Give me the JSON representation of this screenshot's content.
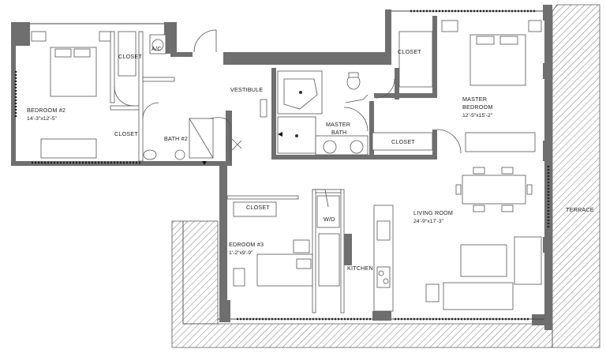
{
  "rooms": {
    "bedroom2": {
      "name": "BEDROOM #2",
      "dims": "14'-3\"x12'-5\""
    },
    "bedroom3": {
      "name": "EDROOM #3",
      "dims": "1'-2\"x9'-9\""
    },
    "master_bedroom": {
      "name_line1": "MASTER",
      "name_line2": "BEDROOM",
      "dims": "12'-5\"x15'-2\""
    },
    "living_room": {
      "name": "LIVING ROOM",
      "dims": "24'-9\"x17'-3\""
    },
    "master_bath": {
      "line1": "MASTER",
      "line2": "BATH"
    },
    "bath2": "BATH #2",
    "vestibule": "VESTIBULE",
    "kitchen": "KITCHEN",
    "terrace": "TERRACE",
    "wd": "W/D",
    "ac": "A/C"
  },
  "closets": {
    "bed2_top": "CLOSET",
    "bed2_mid": "CLOSET",
    "master_top": "CLOSET",
    "master_bath": "CLOSET",
    "bed3": "CLOSET"
  }
}
